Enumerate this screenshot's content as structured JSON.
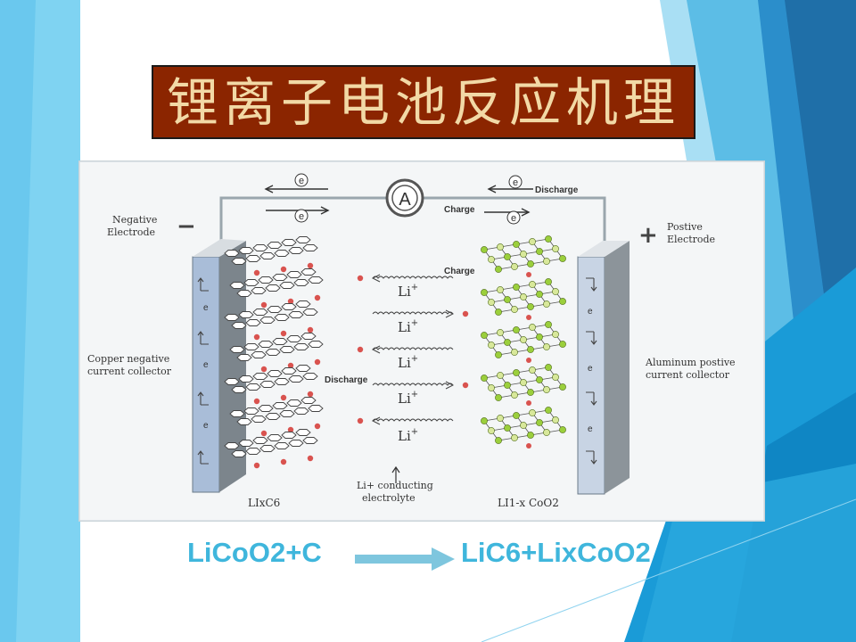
{
  "title": "锂离子电池反应机理",
  "diagram": {
    "discharge_top": "Discharge",
    "charge_top": "Charge",
    "ammeter_symbol": "A",
    "electron_symbol": "e",
    "negative_electrode": [
      "Negative",
      "Electrode"
    ],
    "positive_electrode": [
      "Postive",
      "Electrode"
    ],
    "minus_sign": "−",
    "plus_sign": "+",
    "charge_label": "Charge",
    "discharge_label": "Discharge",
    "li_ion": "Li",
    "li_ion_sup": "+",
    "copper_collector": [
      "Copper negative",
      "current collector"
    ],
    "aluminum_collector": [
      "Aluminum postive",
      "current collector"
    ],
    "electrolyte": [
      "Li+ conducting",
      "electrolyte"
    ],
    "anode_formula": "LIxC6",
    "cathode_formula": "LI1-x CoO2"
  },
  "equation": {
    "left": "LiCoO2+C",
    "right": "LiC6+LixCoO2"
  },
  "colors": {
    "title_bg": "#8b2500",
    "title_text": "#f2d9a6",
    "equation_text": "#3fb6dc",
    "decor_blue": "#2e75b6"
  }
}
